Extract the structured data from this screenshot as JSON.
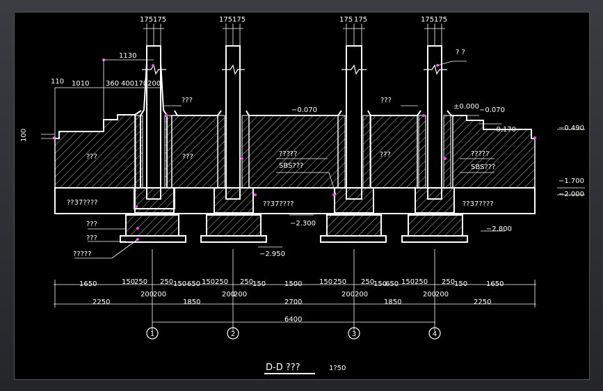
{
  "colors": {
    "background": "#000000",
    "lines": "#ffffff",
    "accent": "#ff3cff"
  },
  "title": {
    "main": "D-D ???",
    "scale": "1?50"
  },
  "axes": [
    "1",
    "2",
    "3",
    "4"
  ],
  "top_dims": [
    "175",
    "175",
    "175",
    "175"
  ],
  "left_dims": {
    "d1130": "1130",
    "d110": "110",
    "d1010": "1010",
    "d360": "360",
    "d400": "400",
    "d170": "170",
    "d200": "200",
    "d100": "100"
  },
  "elevations": {
    "e070a": "−0.070",
    "e000": "±0.000",
    "e070b": "−0.070",
    "e170": "−0.170",
    "e490": "−0.490",
    "e1700": "−1.700",
    "e2000": "−2.000",
    "e2300": "−2.300",
    "e2800": "−2.800",
    "e2950": "−2.950"
  },
  "labels": {
    "q3a": "???",
    "q3b": "???",
    "q3c": "???",
    "q3d": "???",
    "q3e": "???",
    "qq": "? ?",
    "q5a": "?????",
    "q5b": "?????",
    "sbs_a": "SBS???",
    "sbs_b": "SBS???",
    "m1": "??37????",
    "m2": "??37????",
    "m3": "??37????",
    "lq1": "???",
    "lq2": "???",
    "lq5": "?????"
  },
  "dim_row1": {
    "a": "1650",
    "b1": "150",
    "b2": "250",
    "b3": "250",
    "b4": "150",
    "c": "650",
    "d1": "150",
    "d2": "250",
    "d3": "250",
    "d4": "150",
    "e": "1500",
    "f1": "150",
    "f2": "250",
    "f3": "250",
    "f4": "150",
    "g": "650",
    "h1": "150",
    "h2": "250",
    "h3": "250",
    "h4": "150",
    "i": "1650"
  },
  "dim_row2": {
    "a": "2250",
    "b1": "200",
    "b2": "200",
    "c": "1850",
    "d1": "200",
    "d2": "200",
    "e": "2700",
    "f1": "200",
    "f2": "200",
    "g": "1850",
    "h1": "200",
    "h2": "200",
    "i": "2250"
  },
  "dim_total": "6400"
}
